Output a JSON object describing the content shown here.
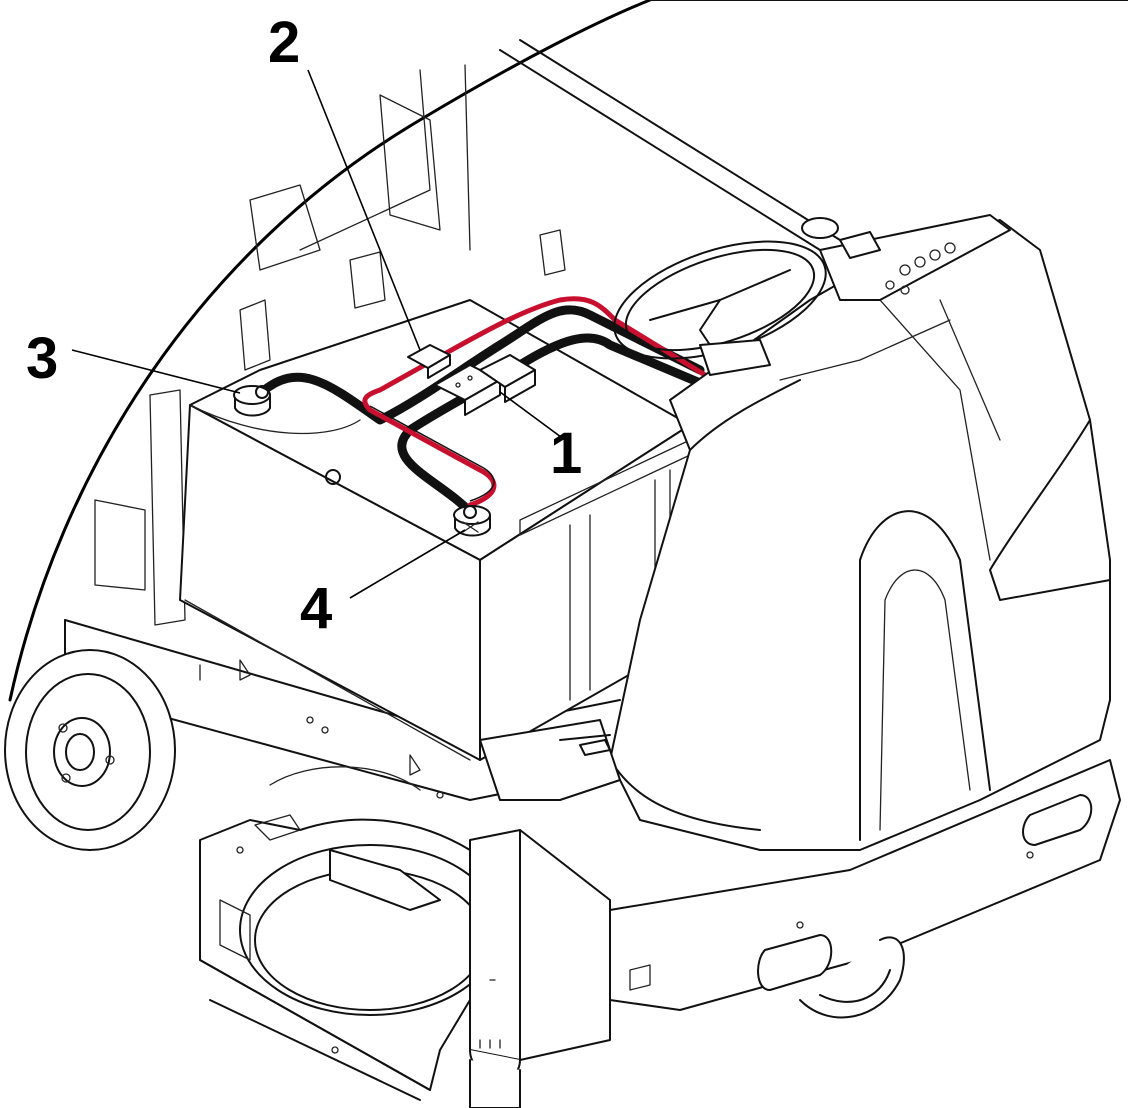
{
  "callouts": [
    {
      "id": "1",
      "label": "1"
    },
    {
      "id": "2",
      "label": "2"
    },
    {
      "id": "3",
      "label": "3"
    },
    {
      "id": "4",
      "label": "4"
    }
  ],
  "colors": {
    "line": "#000000",
    "positive_cable": "#c8102e",
    "negative_cable": "#111111",
    "background": "#ffffff"
  }
}
